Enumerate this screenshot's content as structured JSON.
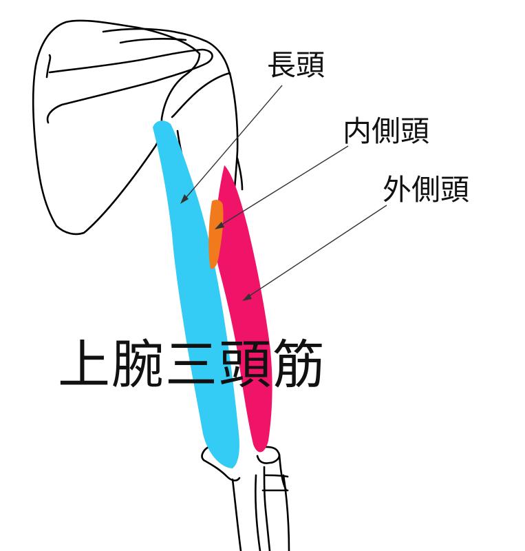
{
  "labels": {
    "long_head": "長頭",
    "medial_head": "内側頭",
    "lateral_head": "外側頭",
    "title": "上腕三頭筋"
  },
  "colors": {
    "long_head": "#34CBF5",
    "medial_head": "#F07A1C",
    "lateral_head": "#F01468",
    "outline": "#000000",
    "leader_line": "#333333",
    "text": "#111111"
  }
}
